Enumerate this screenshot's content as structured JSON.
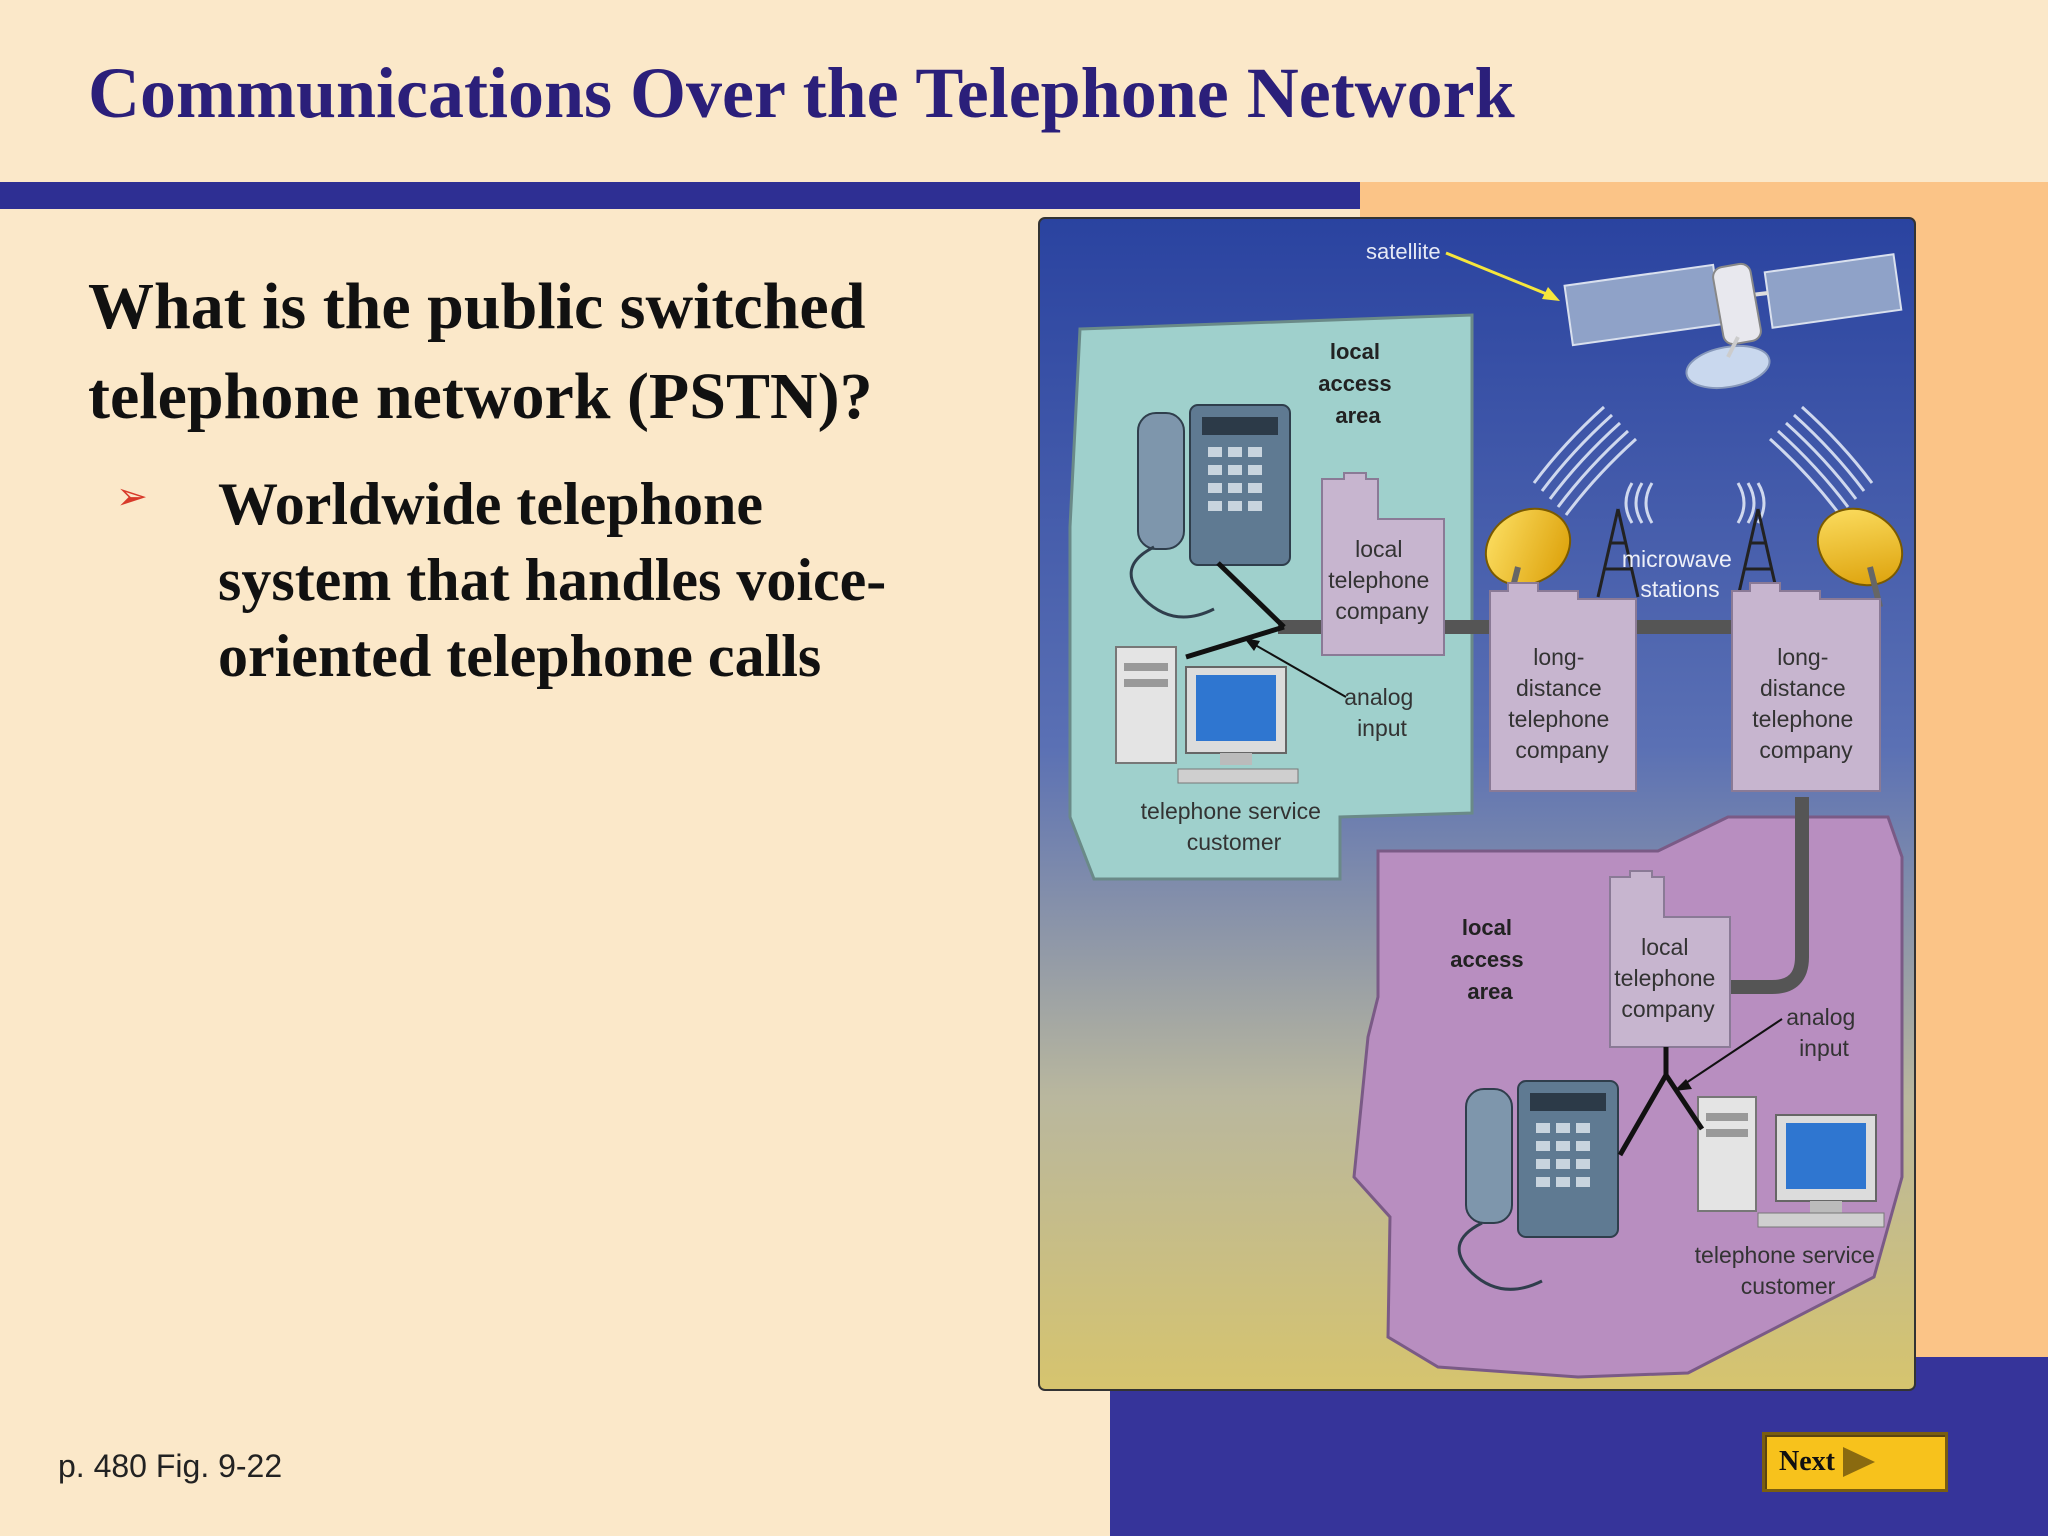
{
  "slide": {
    "title": "Communications Over the Telephone Network",
    "question": "What is the public switched telephone network (PSTN)?",
    "bullet": "Worldwide telephone system that handles voice-oriented telephone calls",
    "footer_ref": "p. 480 Fig. 9-22",
    "next_label": "Next"
  },
  "diagram": {
    "satellite": "satellite",
    "top_area": {
      "area_label": [
        "local",
        "access",
        "area"
      ],
      "local_company": [
        "local",
        "telephone",
        "company"
      ],
      "analog_input": [
        "analog",
        "input"
      ],
      "customer": [
        "telephone service",
        "customer"
      ]
    },
    "microwave": [
      "microwave",
      "stations"
    ],
    "long_distance_left": [
      "long-",
      "distance",
      "telephone",
      "company"
    ],
    "long_distance_right": [
      "long-",
      "distance",
      "telephone",
      "company"
    ],
    "bottom_area": {
      "area_label": [
        "local",
        "access",
        "area"
      ],
      "local_company": [
        "local",
        "telephone",
        "company"
      ],
      "analog_input": [
        "analog",
        "input"
      ],
      "customer": [
        "telephone service",
        "customer"
      ]
    }
  },
  "colors": {
    "background": "#fbe8c9",
    "title": "#2b1f7a",
    "accent_blue": "#2e2f93",
    "accent_orange": "#fbc487",
    "top_area_fill": "#9fd0cc",
    "bottom_area_fill": "#b88ec0",
    "building_fill": "#c7b5cf",
    "next_button": "#f7c21c"
  }
}
